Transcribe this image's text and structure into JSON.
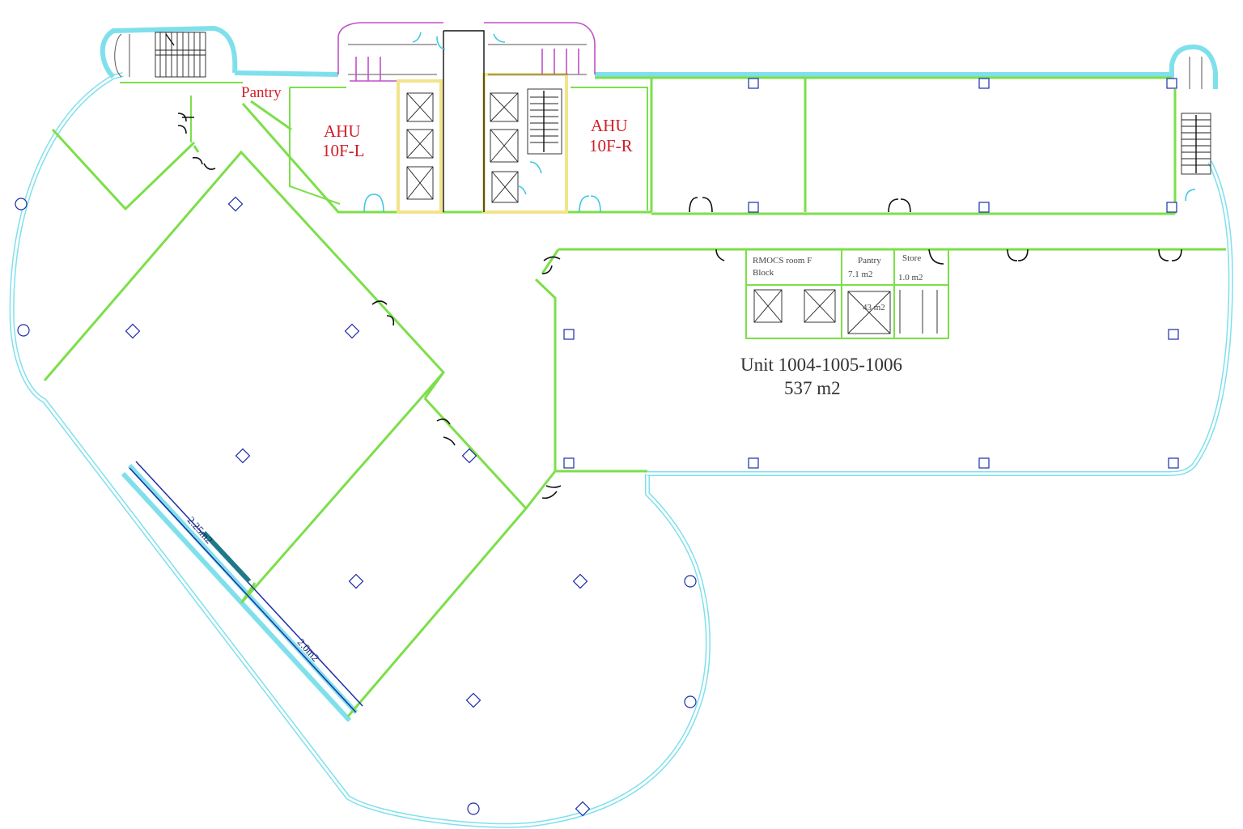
{
  "plan": {
    "unit_label": "Unit 1004-1005-1006",
    "unit_area": "537 m2",
    "pantry_label": "Pantry",
    "ahu_left": {
      "line1": "AHU",
      "line2": "10F-L"
    },
    "ahu_right": {
      "line1": "AHU",
      "line2": "10F-R"
    },
    "core_room_1": {
      "line1": "RMOCS room F",
      "line2": "Block"
    },
    "core_room_2": {
      "line1": "Pantry",
      "line2": "7.1 m2"
    },
    "core_room_3": {
      "line1": "Store",
      "line2": "1.0 m2"
    },
    "core_lift_area": "43 m2",
    "dimension_upper": "2.25m2",
    "dimension_lower": "2.0m2",
    "colors": {
      "partition_wall": "#7cdf4a",
      "curtain_wall": "#7fe0ec",
      "core_wall": "#f1e48a",
      "room_label": "#d0202a",
      "column_marker": "#1c2fa8",
      "sanitary": "#c050c8"
    },
    "icons": [
      "door-swing-icon",
      "lift-cross-icon",
      "stair-icon",
      "column-marker-icon"
    ]
  }
}
